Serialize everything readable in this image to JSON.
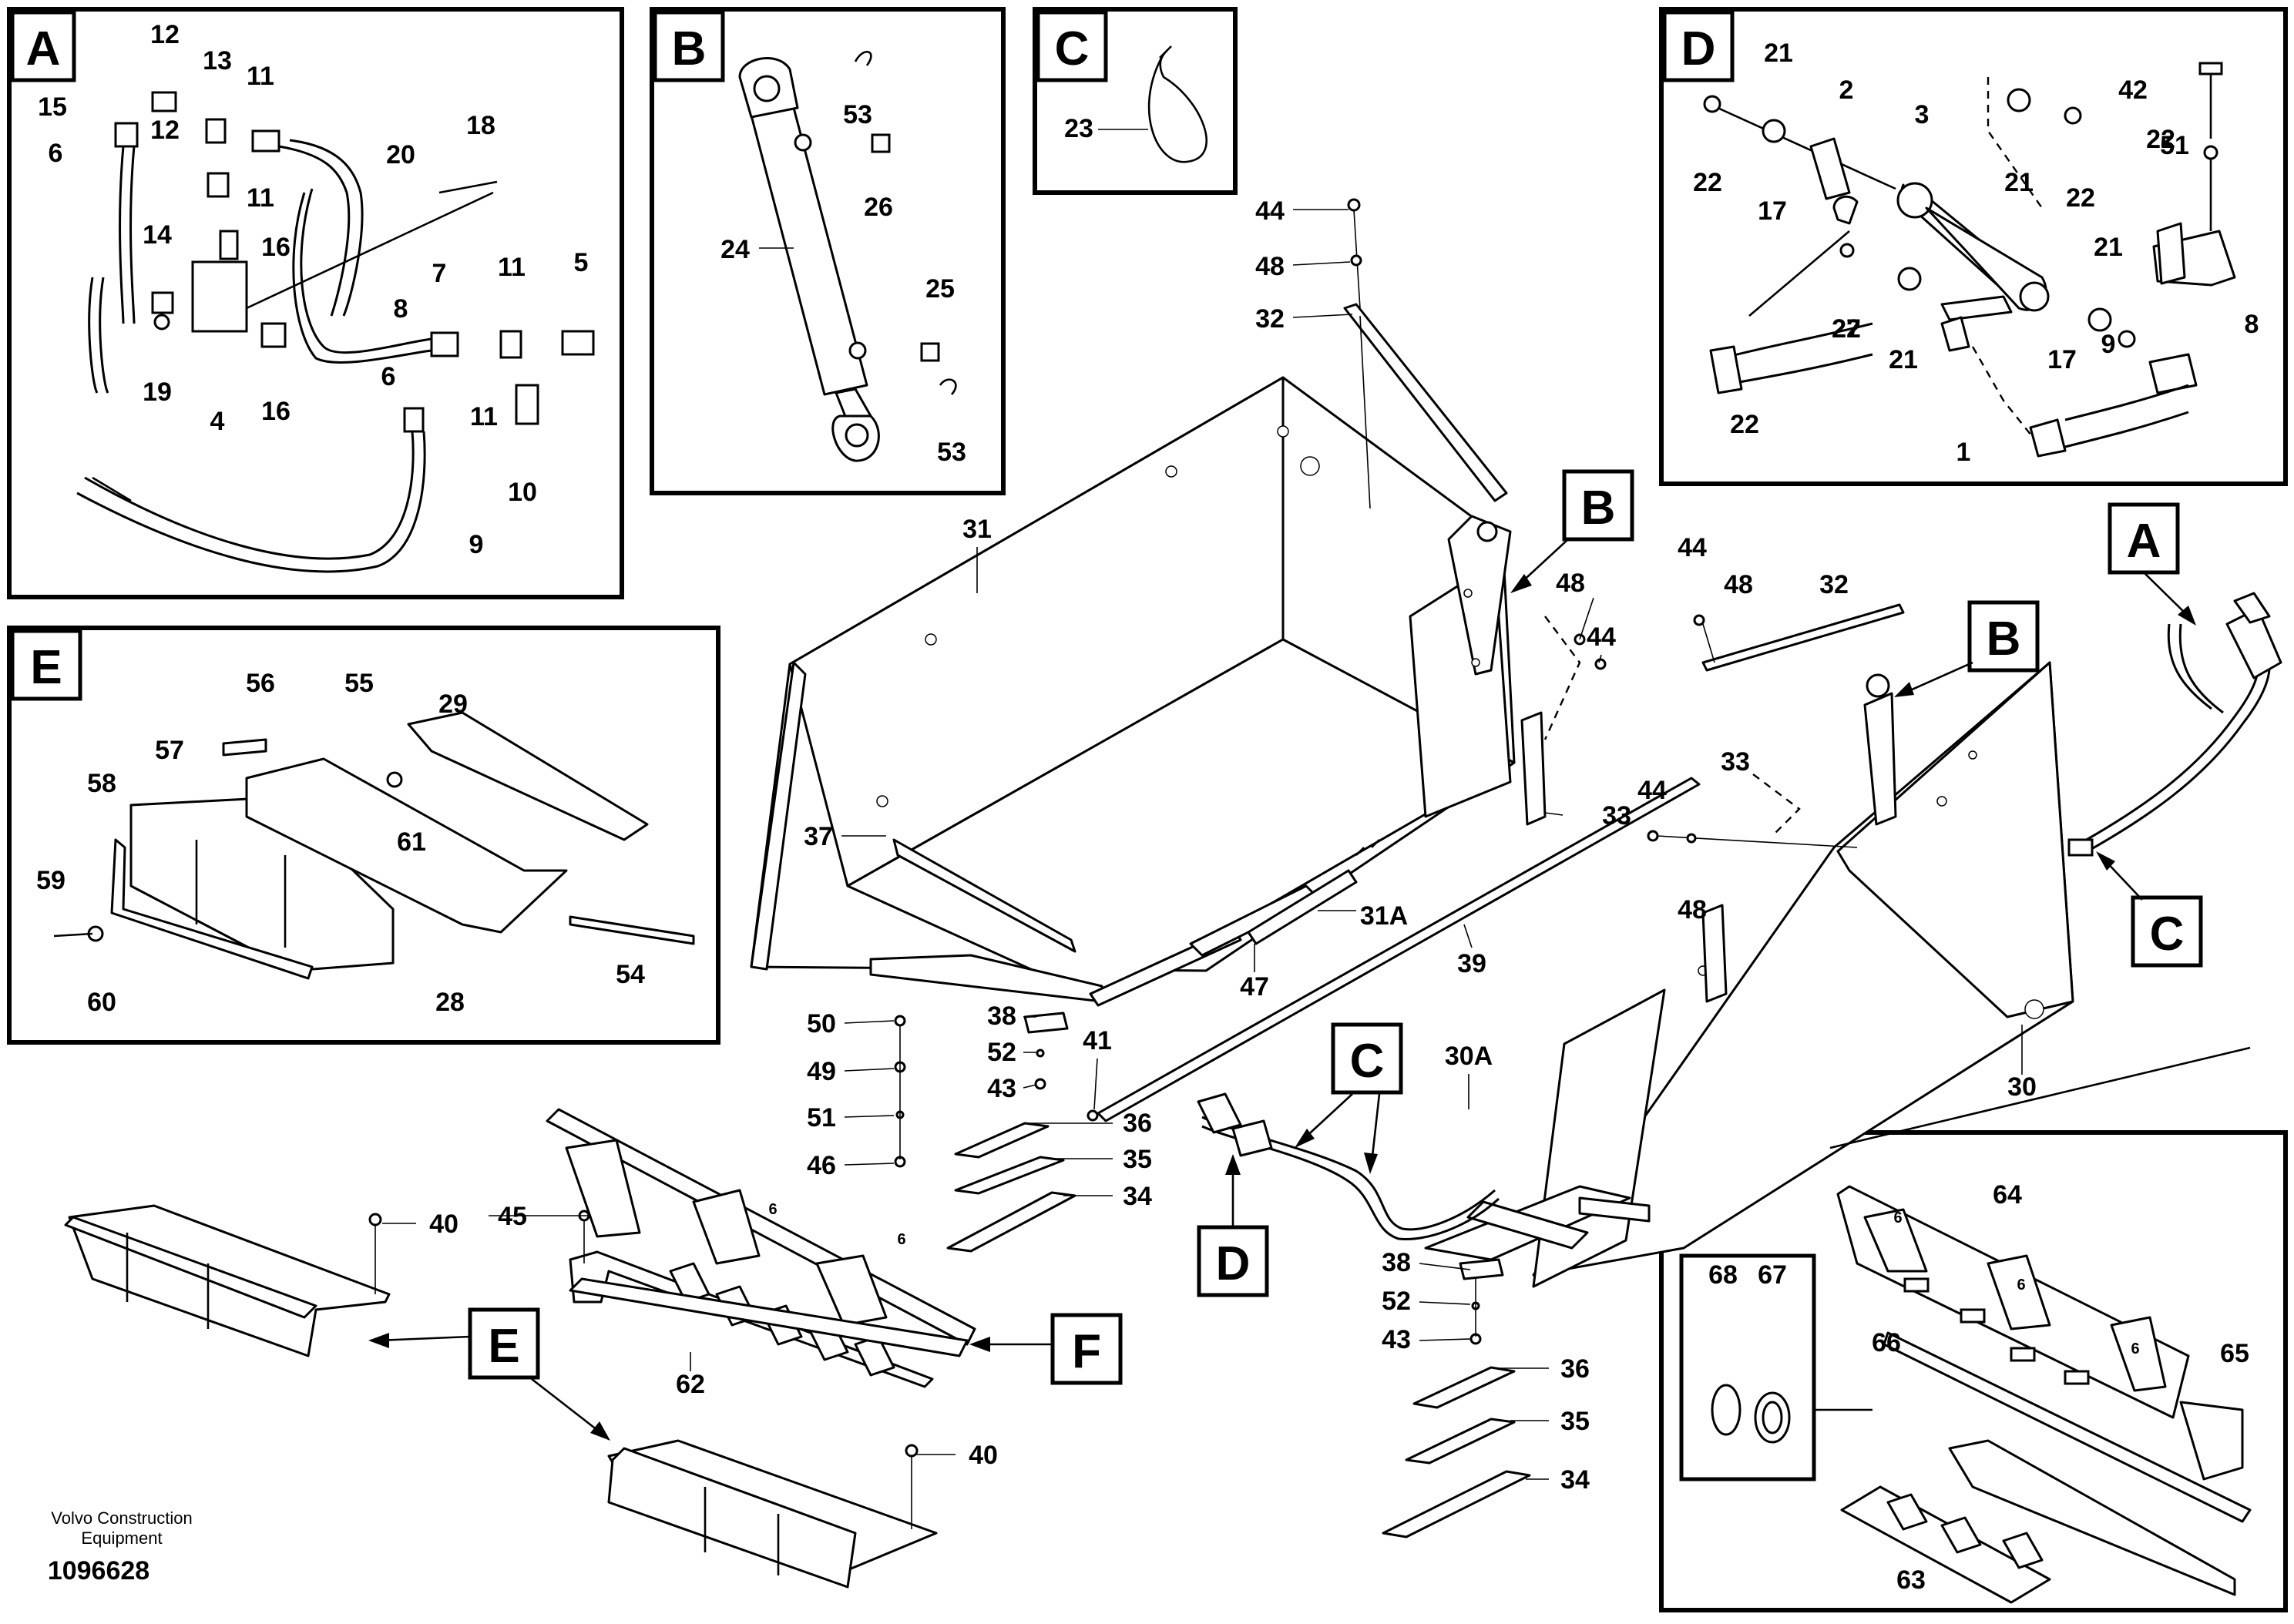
{
  "panels": {
    "A": {
      "tag": "A",
      "callouts": [
        "15",
        "12",
        "13",
        "11",
        "12",
        "11",
        "6",
        "14",
        "16",
        "16",
        "4",
        "19",
        "20",
        "18",
        "8",
        "7",
        "11",
        "5",
        "6",
        "11",
        "10",
        "9"
      ]
    },
    "B": {
      "tag": "B",
      "callouts": [
        "53",
        "26",
        "24",
        "25",
        "53"
      ]
    },
    "C": {
      "tag": "C",
      "callouts": [
        "23"
      ]
    },
    "D": {
      "tag": "D",
      "callouts": [
        "21",
        "2",
        "3",
        "42",
        "22",
        "22",
        "21",
        "22",
        "51",
        "17",
        "21",
        "22",
        "21",
        "27",
        "9",
        "8",
        "17",
        "22",
        "1"
      ]
    },
    "E": {
      "tag": "E",
      "callouts": [
        "56",
        "55",
        "29",
        "57",
        "58",
        "61",
        "59",
        "60",
        "28",
        "54"
      ]
    },
    "F": {
      "tag": "F",
      "callouts": [
        "64",
        "68",
        "67",
        "66",
        "65",
        "63"
      ]
    }
  },
  "main": {
    "callouts": [
      "44",
      "48",
      "32",
      "31",
      "B",
      "48",
      "44",
      "44",
      "48",
      "32",
      "B",
      "A",
      "37",
      "31A",
      "33",
      "44",
      "33",
      "48",
      "39",
      "47",
      "C",
      "50",
      "38",
      "52",
      "49",
      "43",
      "41",
      "C",
      "30A",
      "30",
      "51",
      "36",
      "46",
      "35",
      "34",
      "40",
      "45",
      "38",
      "52",
      "43",
      "D",
      "E",
      "F",
      "62",
      "36",
      "35",
      "34",
      "40"
    ],
    "small_marks": [
      "6",
      "6",
      "6",
      "6",
      "6"
    ]
  },
  "footer": {
    "company_line1": "Volvo Construction",
    "company_line2": "Equipment",
    "drawing_number": "1096628"
  }
}
